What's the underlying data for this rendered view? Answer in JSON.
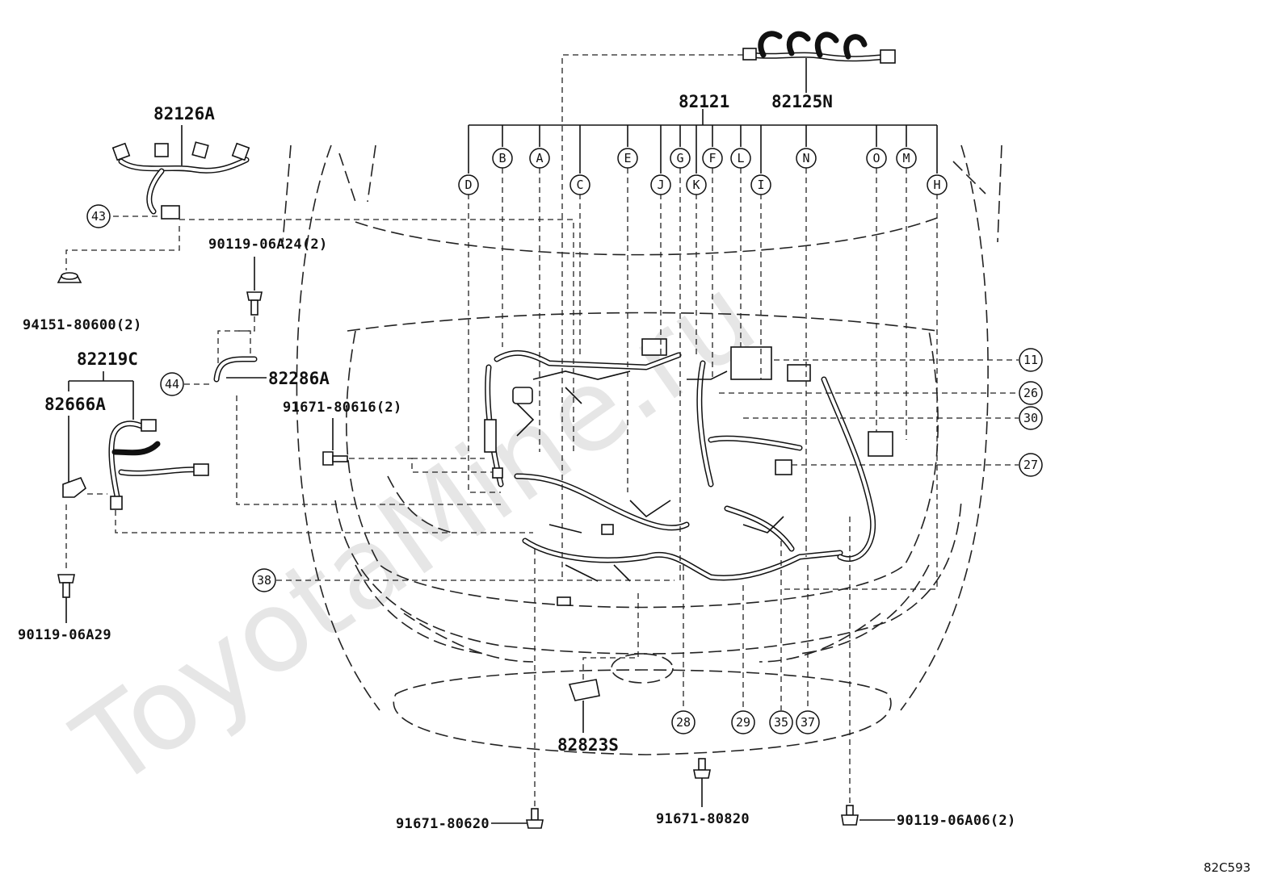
{
  "watermark": "ToyotaMine.ru",
  "diagram_code": "82C593",
  "parts": {
    "p82126A": "82126A",
    "p82125N": "82125N",
    "p82121": "82121",
    "p82219C": "82219C",
    "p82666A": "82666A",
    "p82286A": "82286A",
    "p82823S": "82823S",
    "p90119_06A24": "90119-06A24(2)",
    "p94151_80600": "94151-80600(2)",
    "p91671_80616": "91671-80616(2)",
    "p90119_06A29": "90119-06A29",
    "p91671_80620": "91671-80620",
    "p91671_80820": "91671-80820",
    "p90119_06A06": "90119-06A06(2)"
  },
  "connector_letters": [
    "D",
    "B",
    "A",
    "C",
    "E",
    "J",
    "G",
    "K",
    "F",
    "L",
    "I",
    "N",
    "O",
    "M",
    "H"
  ],
  "callouts": {
    "c43": "43",
    "c44": "44",
    "c38": "38",
    "c11": "11",
    "c26": "26",
    "c30": "30",
    "c27": "27",
    "c28": "28",
    "c29": "29",
    "c35": "35",
    "c37": "37"
  }
}
